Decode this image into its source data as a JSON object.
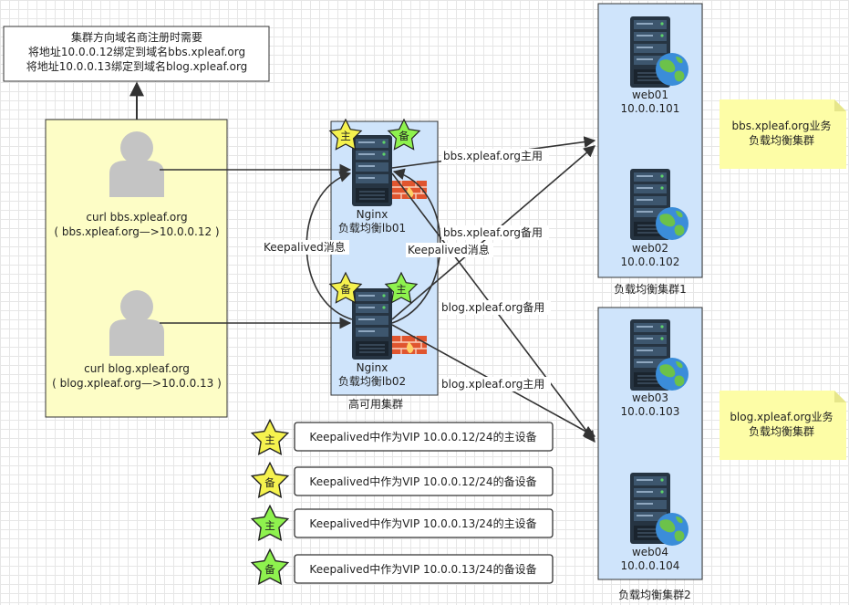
{
  "top_note": {
    "line1": "集群方向域名商注册时需要",
    "line2": "将地址10.0.0.12绑定到域名bbs.xpleaf.org",
    "line3": "将地址10.0.0.13绑定到域名blog.xpleaf.org"
  },
  "clients": [
    {
      "line1": "curl bbs.xpleaf.org",
      "line2": "( bbs.xpleaf.org—>10.0.0.12 )"
    },
    {
      "line1": "curl blog.xpleaf.org",
      "line2": "( blog.xpleaf.org—>10.0.0.13 )"
    }
  ],
  "lbs": [
    {
      "name": "Nginx",
      "role": "负载均衡lb01",
      "star1": "主",
      "star2": "备"
    },
    {
      "name": "Nginx",
      "role": "负载均衡lb02",
      "star1": "备",
      "star2": "主"
    }
  ],
  "ha_cluster_label": "高可用集群",
  "keepalived_labels": [
    "Keepalived消息",
    "Keepalived消息"
  ],
  "edge_labels": {
    "bbs_main": "bbs.xpleaf.org主用",
    "bbs_backup": "bbs.xpleaf.org备用",
    "blog_backup": "blog.xpleaf.org备用",
    "blog_main": "blog.xpleaf.org主用"
  },
  "web_servers": [
    {
      "name": "web01",
      "ip": "10.0.0.101"
    },
    {
      "name": "web02",
      "ip": "10.0.0.102"
    },
    {
      "name": "web03",
      "ip": "10.0.0.103"
    },
    {
      "name": "web04",
      "ip": "10.0.0.104"
    }
  ],
  "cluster_labels": [
    "负载均衡集群1",
    "负载均衡集群2"
  ],
  "notes": [
    {
      "line1": "bbs.xpleaf.org业务",
      "line2": "负载均衡集群"
    },
    {
      "line1": "blog.xpleaf.org业务",
      "line2": "负载均衡集群"
    }
  ],
  "legend": [
    {
      "star": "主",
      "color": "#f5f24e",
      "text": "Keepalived中作为VIP 10.0.0.12/24的主设备"
    },
    {
      "star": "备",
      "color": "#f5f24e",
      "text": "Keepalived中作为VIP 10.0.0.12/24的备设备"
    },
    {
      "star": "主",
      "color": "#8ef24e",
      "text": "Keepalived中作为VIP 10.0.0.13/24的主设备"
    },
    {
      "star": "备",
      "color": "#8ef24e",
      "text": "Keepalived中作为VIP 10.0.0.13/24的备设备"
    }
  ],
  "colors": {
    "client_panel": "#fdfdc6",
    "lb_panel": "#cfe4fb",
    "web_panel": "#cfe4fb",
    "note_bg": "#fdfda6",
    "star_yellow": "#f5f24e",
    "star_green": "#8ef24e"
  },
  "icons": [
    "user-icon",
    "server-icon",
    "firewall-icon",
    "globe-icon",
    "star-icon"
  ]
}
